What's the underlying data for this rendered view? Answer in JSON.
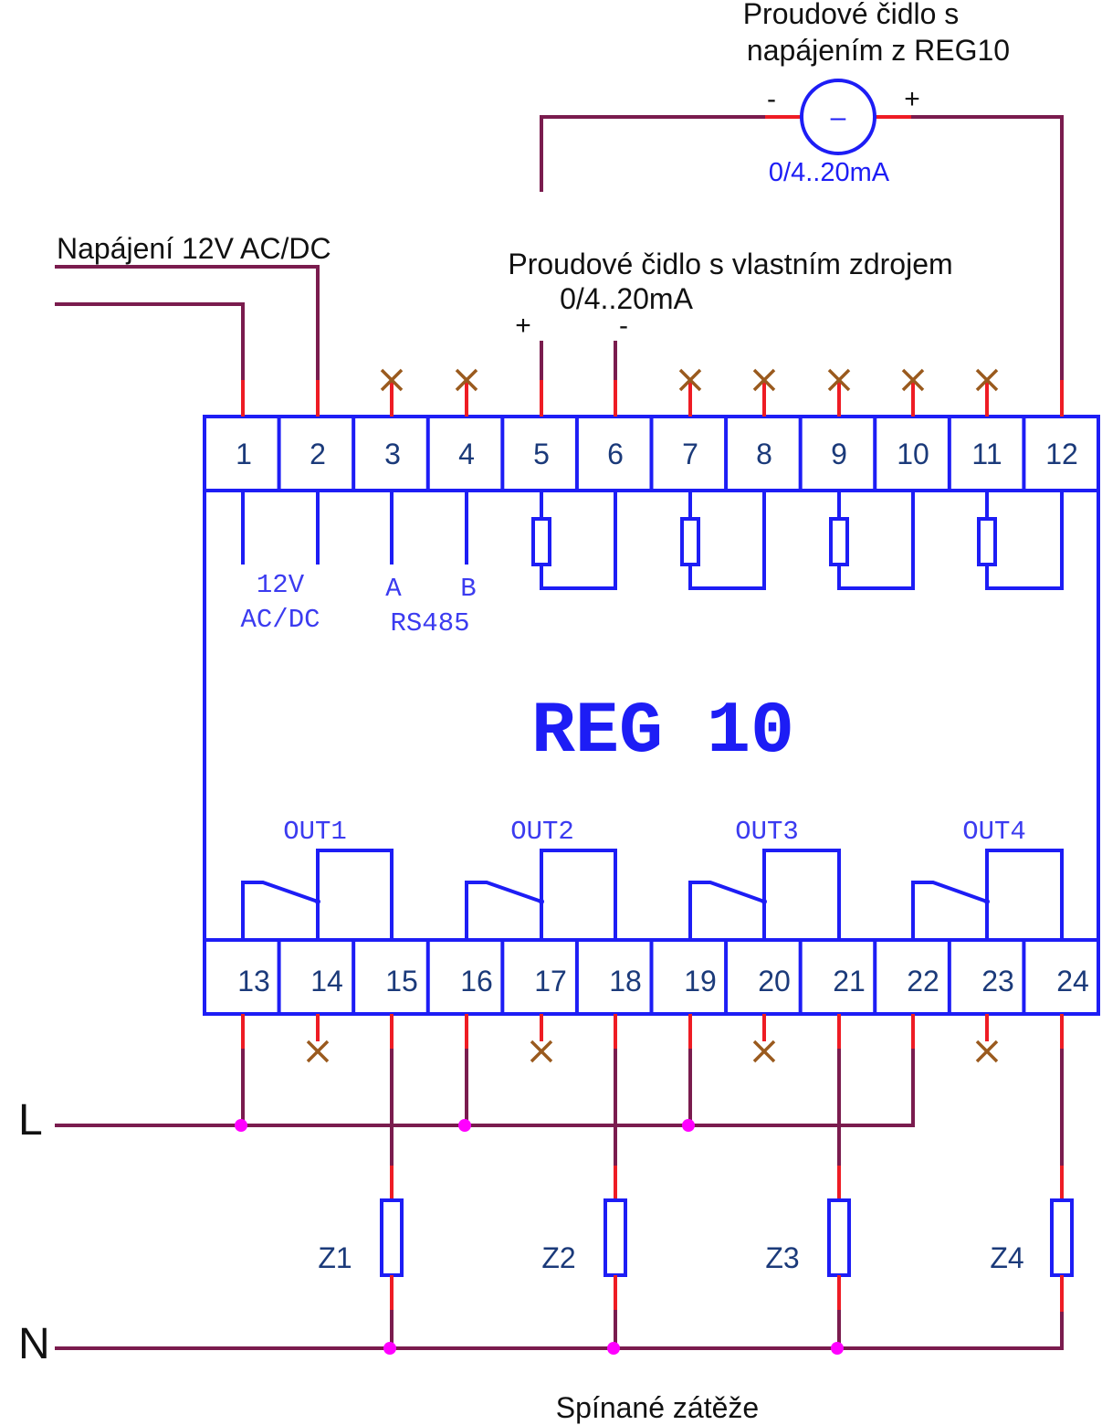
{
  "labels": {
    "power_supply": "Napájení 12V AC/DC",
    "sensor_external": "Proudové čidlo s vlastním zdrojem",
    "sensor_external_range": "0/4..20mA",
    "sensor_reg10_line1": "Proudové čidlo s",
    "sensor_reg10_line2": "napájením z REG10",
    "sensor_reg10_range": "0/4..20mA",
    "sensor_reg10_minus": "-",
    "sensor_reg10_plus": "+",
    "sensor_reg10_symbol": "–",
    "pin5_polarity": "+",
    "pin6_polarity": "-",
    "line_L": "L",
    "line_N": "N",
    "loads_caption": "Spínané zátěže"
  },
  "device": {
    "title": "REG 10",
    "top_terminals": [
      "1",
      "2",
      "3",
      "4",
      "5",
      "6",
      "7",
      "8",
      "9",
      "10",
      "11",
      "12"
    ],
    "bottom_terminals": [
      "13",
      "14",
      "15",
      "16",
      "17",
      "18",
      "19",
      "20",
      "21",
      "22",
      "23",
      "24"
    ],
    "supply_label_1": "12V",
    "supply_label_2": "AC/DC",
    "rs485_a": "A",
    "rs485_b": "B",
    "rs485_label": "RS485",
    "outputs": [
      "OUT1",
      "OUT2",
      "OUT3",
      "OUT4"
    ]
  },
  "loads": [
    "Z1",
    "Z2",
    "Z3",
    "Z4"
  ],
  "colors": {
    "device_outline": "#1d1df5",
    "wire": "#7a1c4e",
    "terminal_stub": "#ee1c24",
    "junction": "#ff00ff",
    "unused_mark": "#9a5a1e"
  }
}
